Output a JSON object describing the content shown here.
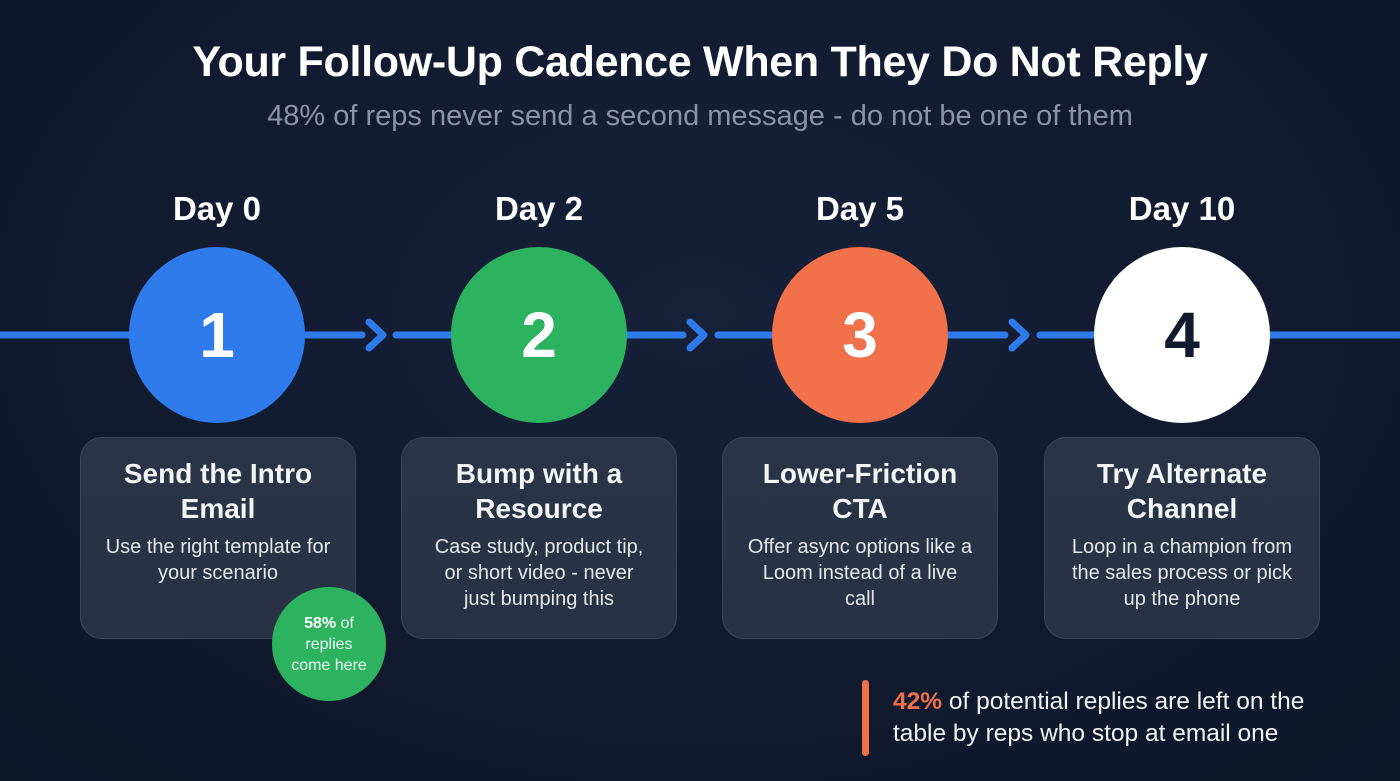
{
  "header": {
    "title": "Your Follow-Up Cadence When They Do Not Reply",
    "subtitle": "48% of reps never send a second message - do not be one of them"
  },
  "colors": {
    "background": "#111a2e",
    "timeline_line": "#2f7bec",
    "step1": "#2f7bec",
    "step2": "#2db35f",
    "step3": "#f0714a",
    "step4": "#ffffff",
    "step4_number": "#111a2e",
    "card_bg": "#283244",
    "accent_orange": "#f0714a"
  },
  "steps": [
    {
      "day": "Day 0",
      "number": "1",
      "title": "Send the Intro Email",
      "title_line1": "Send the Intro",
      "title_line2": "Email",
      "description": "Use the right template for your scenario"
    },
    {
      "day": "Day 2",
      "number": "2",
      "title": "Bump with a Resource",
      "title_line1": "Bump with a",
      "title_line2": "Resource",
      "description": "Case study, product tip, or short video - never just bumping this"
    },
    {
      "day": "Day 5",
      "number": "3",
      "title": "Lower-Friction CTA",
      "title_line1": "Lower-Friction",
      "title_line2": "CTA",
      "description": "Offer async options like a Loom instead of a live call"
    },
    {
      "day": "Day 10",
      "number": "4",
      "title": "Try Alternate Channel",
      "title_line1": "Try Alternate",
      "title_line2": "Channel",
      "description": "Loop in a champion from the sales process or pick up the phone"
    }
  ],
  "badge": {
    "percent": "58%",
    "text_after_percent": " of",
    "line2": "replies",
    "line3": "come here"
  },
  "callout": {
    "percent": "42%",
    "text": " of potential replies are left on the table by reps who stop at email one"
  }
}
